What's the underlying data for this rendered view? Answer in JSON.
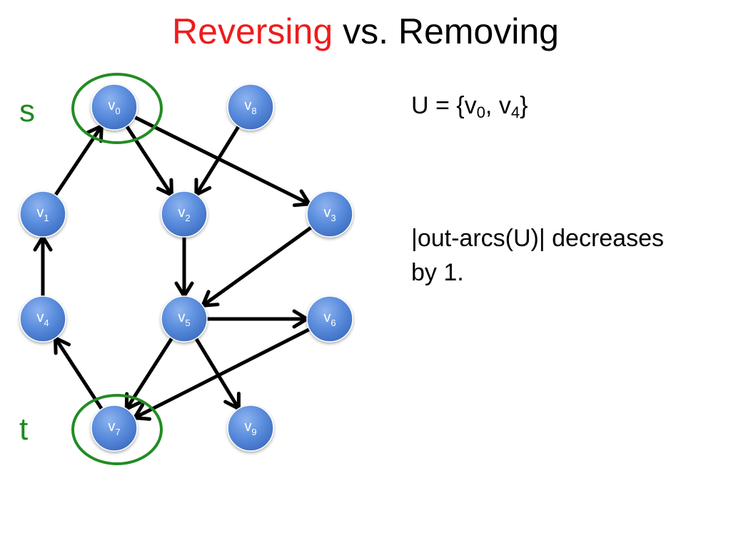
{
  "title": {
    "highlight": "Reversing",
    "rest": "vs. Removing",
    "highlight_color": "#ee1c1c"
  },
  "labels": {
    "source": "s",
    "sink": "t",
    "label_color": "#1d8a1d"
  },
  "set_def": {
    "prefix": "U = {v",
    "sub_a": "0",
    "middle": ", v",
    "sub_b": "4",
    "suffix": "}"
  },
  "statement": {
    "line1": "|out-arcs(U)| decreases",
    "line2": "by 1."
  },
  "graph": {
    "node_fill": "#5b8ddd",
    "circle_color": "#238c23",
    "nodes": [
      {
        "id": "v0",
        "base": "v",
        "sub": "0"
      },
      {
        "id": "v8",
        "base": "v",
        "sub": "8"
      },
      {
        "id": "v1",
        "base": "v",
        "sub": "1"
      },
      {
        "id": "v2",
        "base": "v",
        "sub": "2"
      },
      {
        "id": "v3",
        "base": "v",
        "sub": "3"
      },
      {
        "id": "v4",
        "base": "v",
        "sub": "4"
      },
      {
        "id": "v5",
        "base": "v",
        "sub": "5"
      },
      {
        "id": "v6",
        "base": "v",
        "sub": "6"
      },
      {
        "id": "v7",
        "base": "v",
        "sub": "7"
      },
      {
        "id": "v9",
        "base": "v",
        "sub": "9"
      }
    ],
    "edges": [
      {
        "from": "v1",
        "to": "v0"
      },
      {
        "from": "v0",
        "to": "v2"
      },
      {
        "from": "v0",
        "to": "v3"
      },
      {
        "from": "v8",
        "to": "v2"
      },
      {
        "from": "v2",
        "to": "v5"
      },
      {
        "from": "v3",
        "to": "v5"
      },
      {
        "from": "v4",
        "to": "v1"
      },
      {
        "from": "v5",
        "to": "v6"
      },
      {
        "from": "v5",
        "to": "v7"
      },
      {
        "from": "v5",
        "to": "v9"
      },
      {
        "from": "v6",
        "to": "v7"
      },
      {
        "from": "v7",
        "to": "v4"
      }
    ],
    "highlighted": [
      "v0",
      "v7"
    ]
  }
}
